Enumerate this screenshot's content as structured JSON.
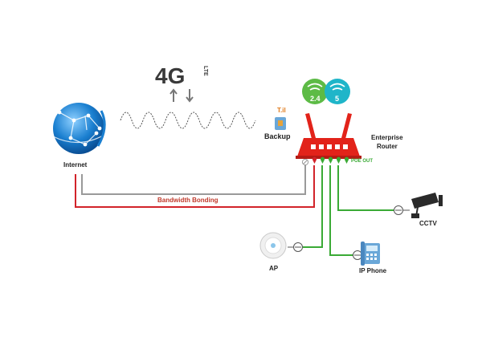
{
  "labels": {
    "internet": "Internet",
    "backup": "Backup",
    "router_line1": "Enterprise",
    "router_line2": "Router",
    "poe_out": "POE OUT",
    "bandwidth_bonding": "Bandwidth Bonding",
    "cctv": "CCTV",
    "ap": "AP",
    "ip_phone": "IP Phone",
    "fourg": "4G",
    "lte": "LTE",
    "wifi_24": "2.4",
    "wifi_5": "5"
  },
  "colors": {
    "gray_line": "#9a9a9a",
    "red_line": "#d2232a",
    "green_line": "#3aaa35",
    "router_red": "#e2231a",
    "globe_blue": "#1a7fd0",
    "wifi_green": "#5dbb46",
    "wifi_cyan": "#1fb5c9",
    "bonding_text": "#c0392b"
  },
  "icons": [
    "globe-icon",
    "wave-icon",
    "4g-lte-icon",
    "sim-card-icon",
    "router-icon",
    "wifi-24-icon",
    "wifi-5-icon",
    "cctv-camera-icon",
    "access-point-icon",
    "ip-phone-icon",
    "poe-injector-icon"
  ]
}
